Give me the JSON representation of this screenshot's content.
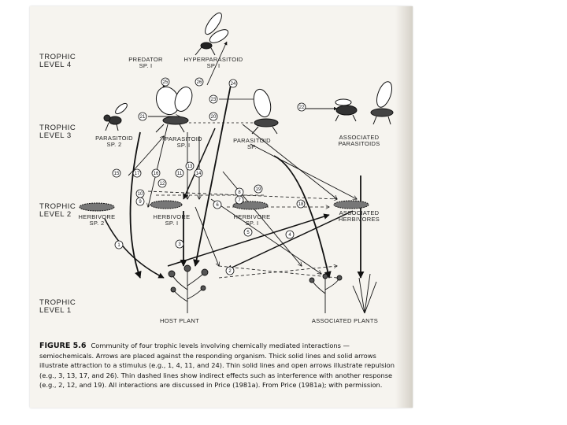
{
  "trophic_levels": [
    {
      "line1": "TROPHIC",
      "line2": "LEVEL 4"
    },
    {
      "line1": "TROPHIC",
      "line2": "LEVEL 3"
    },
    {
      "line1": "TROPHIC",
      "line2": "LEVEL 2"
    },
    {
      "line1": "TROPHIC",
      "line2": "LEVEL 1"
    }
  ],
  "organisms": {
    "predator": {
      "line1": "PREDATOR",
      "line2": "SP. I"
    },
    "hyperparasitoid": {
      "line1": "HYPERPARASITOID",
      "line2": "SP. I"
    },
    "parasitoid_sp2": {
      "line1": "PARASITOID",
      "line2": "SP. 2"
    },
    "parasitoid_sp1": {
      "line1": "PARASITOID",
      "line2": "SP. I"
    },
    "parasitoid_sp": {
      "line1": "PARASITOID",
      "line2": "SP."
    },
    "assoc_parasitoids": {
      "line1": "ASSOCIATED",
      "line2": "PARASITOIDS"
    },
    "herbivore_sp2": {
      "line1": "HERBIVORE",
      "line2": "SP. 2"
    },
    "herbivore_sp1a": {
      "line1": "HERBIVORE",
      "line2": "SP. I"
    },
    "herbivore_sp1b": {
      "line1": "HERBIVORE",
      "line2": "SP. I"
    },
    "assoc_herbivores": {
      "line1": "ASSOCIATED",
      "line2": "HERBIVORES"
    },
    "host_plant": {
      "line1": "HOST PLANT"
    },
    "assoc_plants": {
      "line1": "ASSOCIATED PLANTS"
    }
  },
  "interaction_numbers": [
    "25",
    "26",
    "24",
    "23",
    "22",
    "21",
    "20",
    "15",
    "17",
    "16",
    "11",
    "13",
    "14",
    "12",
    "10",
    "9",
    "8",
    "7",
    "6",
    "19",
    "18",
    "5",
    "4",
    "3",
    "2",
    "1"
  ],
  "caption": {
    "label": "FIGURE 5.6",
    "text": "Community of four trophic levels involving chemically mediated interactions — semiochemicals. Arrows are placed against the responding organism. Thick solid lines and solid arrows illustrate attraction to a stimulus (e.g., 1, 4, 11, and 24). Thin solid lines and open arrows illustrate repulsion (e.g., 3, 13, 17, and 26). Thin dashed lines show indirect effects such as interference with another response (e.g., 2, 12, and 19). All interactions are discussed in Price (1981a). From Price (1981a); with permission."
  }
}
